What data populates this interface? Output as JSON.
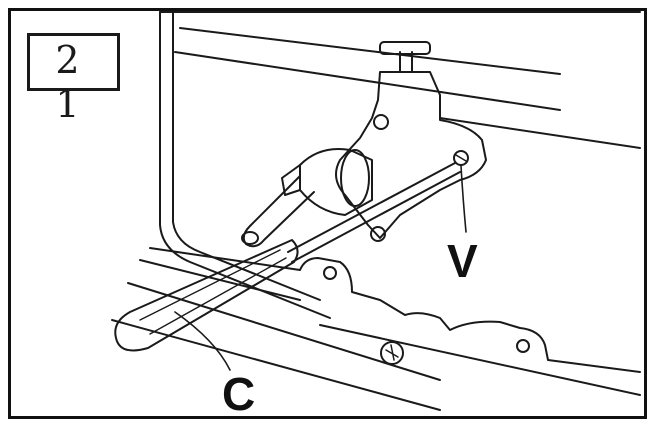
{
  "figure": {
    "number_label": "2 1"
  },
  "callouts": {
    "c_label": "C",
    "v_label": "V"
  },
  "colors": {
    "line": "#1a1a1a",
    "background": "#ffffff"
  }
}
